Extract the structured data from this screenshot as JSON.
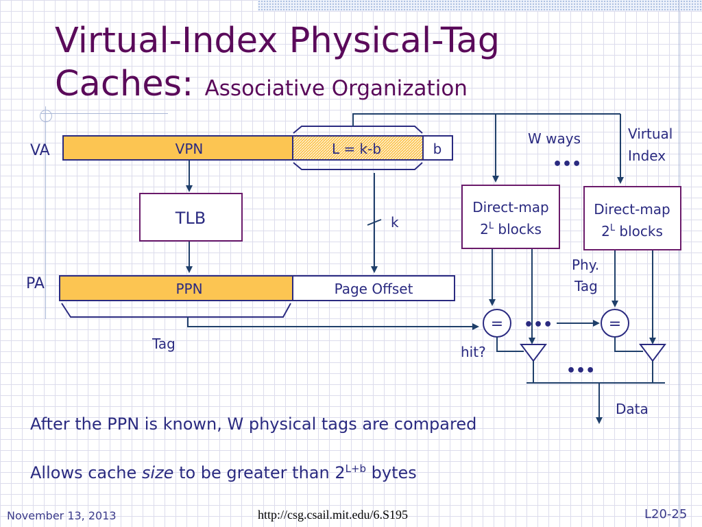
{
  "slide": {
    "title_main": "Virtual-Index Physical-Tag",
    "title_line2": "Caches:",
    "title_sub": "Associative Organization"
  },
  "diagram": {
    "va_label": "VA",
    "pa_label": "PA",
    "vpn": "VPN",
    "index_field": "L = k-b",
    "offset_b": "b",
    "tlb": "TLB",
    "k_label": "k",
    "ppn": "PPN",
    "page_offset": "Page Offset",
    "tag_label": "Tag",
    "w_ways": "W ways",
    "dots": "•••",
    "virtual_index": [
      "Virtual",
      "Index"
    ],
    "direct_map_1": "Direct-map",
    "blocks_1": "blocks",
    "direct_map_2": "Direct-map",
    "blocks_2": "blocks",
    "two": "2",
    "sup_L": "L",
    "phy_tag": [
      "Phy.",
      "Tag"
    ],
    "equals": "=",
    "hit": "hit?",
    "data": "Data"
  },
  "bullets": {
    "line1": "After the PPN is known, W physical tags are compared",
    "line2_a": "Allows cache ",
    "line2_em": "size",
    "line2_b": " to be greater than 2",
    "line2_sup": "L+b",
    "line2_c": " bytes"
  },
  "footer": {
    "date": "November 13, 2013",
    "url": "http://csg.csail.mit.edu/6.S195",
    "page": "L20-25"
  },
  "colors": {
    "field_fill": "#fcc552",
    "title": "#5a0a5a",
    "ink": "#2a2a80",
    "box_border": "#6a1a6a"
  }
}
